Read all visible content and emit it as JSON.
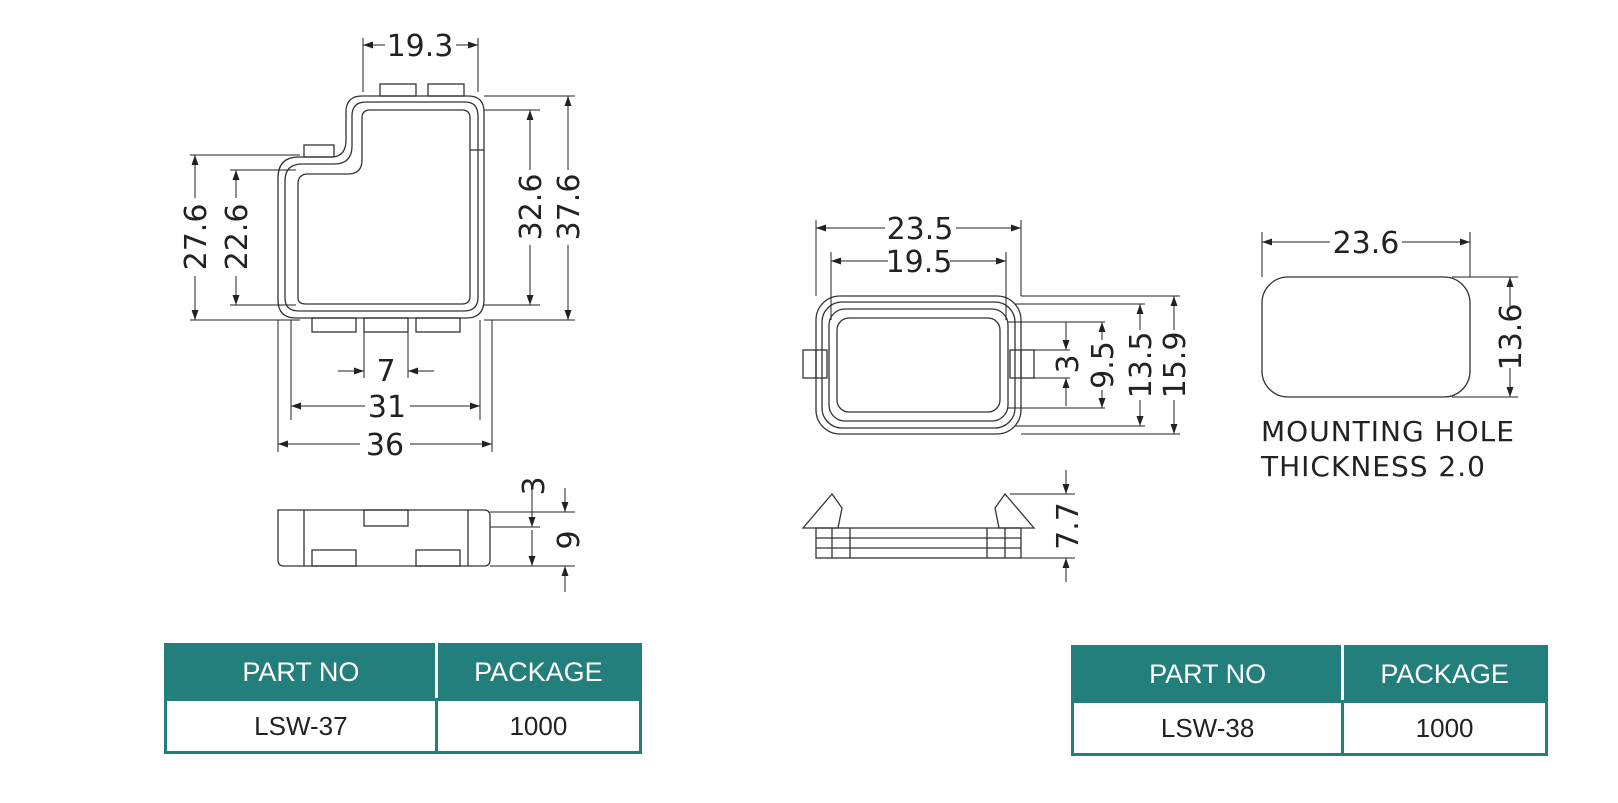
{
  "lsw37": {
    "dims": {
      "top_width": "19.3",
      "outer_height": "27.6",
      "inner_height": "22.6",
      "inner_right_height": "32.6",
      "total_height": "37.6",
      "tab_width": "7",
      "inner_width": "31",
      "outer_width": "36",
      "side_top": "3",
      "side_height": "9"
    },
    "table": {
      "headers": [
        "PART NO",
        "PACKAGE"
      ],
      "row": [
        "LSW-37",
        "1000"
      ]
    }
  },
  "lsw38": {
    "dims": {
      "outer_width": "23.5",
      "inner_width": "19.5",
      "tab": "3",
      "inner_height": "9.5",
      "mid_height": "13.5",
      "outer_height": "15.9",
      "side_height": "7.7",
      "hole_width": "23.6",
      "hole_height": "13.6"
    },
    "note": {
      "line1": "MOUNTING HOLE",
      "line2": "THICKNESS 2.0"
    },
    "table": {
      "headers": [
        "PART NO",
        "PACKAGE"
      ],
      "row": [
        "LSW-38",
        "1000"
      ]
    }
  }
}
